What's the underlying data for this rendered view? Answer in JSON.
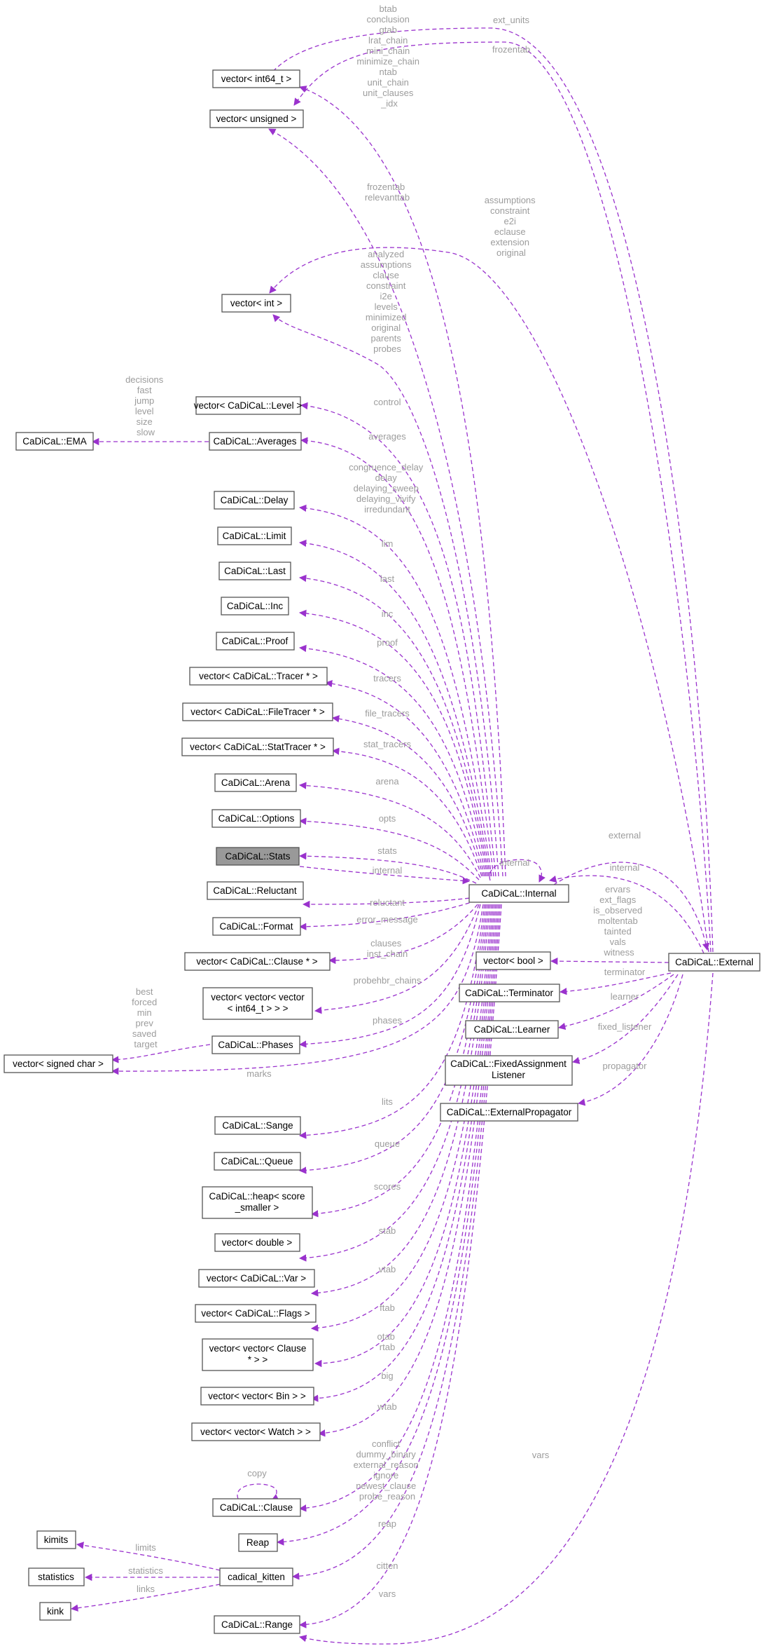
{
  "diagram": {
    "nodes": {
      "int64_vec": "vector< int64_t >",
      "unsigned_vec": "vector< unsigned >",
      "int_vec": "vector< int >",
      "level_vec": "vector< CaDiCaL::Level >",
      "ema": "CaDiCaL::EMA",
      "averages": "CaDiCaL::Averages",
      "delay": "CaDiCaL::Delay",
      "limit": "CaDiCaL::Limit",
      "last": "CaDiCaL::Last",
      "inc": "CaDiCaL::Inc",
      "proof": "CaDiCaL::Proof",
      "tracer_vec": "vector< CaDiCaL::Tracer * >",
      "filetracer_vec": "vector< CaDiCaL::FileTracer * >",
      "stattracer_vec": "vector< CaDiCaL::StatTracer * >",
      "arena": "CaDiCaL::Arena",
      "options": "CaDiCaL::Options",
      "stats": "CaDiCaL::Stats",
      "reluctant": "CaDiCaL::Reluctant",
      "format": "CaDiCaL::Format",
      "clause_ptr_vec": "vector< CaDiCaL::Clause * >",
      "vvv_int64": [
        "vector< vector< vector",
        "< int64_t > > >"
      ],
      "signed_char_vec": "vector< signed char >",
      "phases": "CaDiCaL::Phases",
      "sange": "CaDiCaL::Sange",
      "queue": "CaDiCaL::Queue",
      "heap": [
        "CaDiCaL::heap< score",
        "_smaller >"
      ],
      "double_vec": "vector< double >",
      "var_vec": "vector< CaDiCaL::Var >",
      "flags_vec": "vector< CaDiCaL::Flags >",
      "vv_clause": [
        "vector< vector< Clause",
        "* > >"
      ],
      "vv_bin": "vector< vector< Bin > >",
      "vv_watch": "vector< vector< Watch > >",
      "clause": "CaDiCaL::Clause",
      "reap": "Reap",
      "kimits": "kimits",
      "statistics": "statistics",
      "kink": "kink",
      "kitten": "cadical_kitten",
      "range": "CaDiCaL::Range",
      "internal": "CaDiCaL::Internal",
      "external": "CaDiCaL::External",
      "bool_vec": "vector< bool >",
      "terminator": "CaDiCaL::Terminator",
      "learner": "CaDiCaL::Learner",
      "fixed_listener": [
        "CaDiCaL::FixedAssignment",
        "Listener"
      ],
      "ext_propagator": "CaDiCaL::ExternalPropagator"
    },
    "edge_labels": {
      "internal_to_int64": [
        "btab",
        "conclusion",
        "gtab",
        "lrat_chain",
        "mini_chain",
        "minimize_chain",
        "ntab",
        "unit_chain",
        "unit_clauses",
        "_idx"
      ],
      "external_to_int64": "ext_units",
      "external_to_unsigned": "frozentab",
      "internal_to_unsigned": [
        "frozentab",
        "relevanttab"
      ],
      "external_to_int": [
        "assumptions",
        "constraint",
        "e2i",
        "eclause",
        "extension",
        "original"
      ],
      "internal_to_int": [
        "analyzed",
        "assumptions",
        "clause",
        "constraint",
        "i2e",
        "levels",
        "minimized",
        "original",
        "parents",
        "probes"
      ],
      "control": "control",
      "ema": [
        "decisions",
        "fast",
        "jump",
        "level",
        "size",
        "slow"
      ],
      "averages": "averages",
      "delay": [
        "congruence_delay",
        "delay",
        "delaying_sweep",
        "delaying_vivify",
        "irredundant"
      ],
      "lim": "lim",
      "last": "last",
      "inc": "inc",
      "proof": "proof",
      "tracers": "tracers",
      "file_tracers": "file_tracers",
      "stat_tracers": "stat_tracers",
      "arena": "arena",
      "opts": "opts",
      "stats": "stats",
      "internal_from_stats": "internal",
      "internal_self": "internal",
      "external_self": "external",
      "external_on_internal": "external",
      "internal_on_external": "internal",
      "reluctant": "reluctant",
      "error_message": "error_message",
      "clauses": [
        "clauses",
        "inst_chain"
      ],
      "probehbr": "probehbr_chains",
      "phases": "phases",
      "phases_fields": [
        "best",
        "forced",
        "min",
        "prev",
        "saved",
        "target"
      ],
      "marks": "marks",
      "lits": "lits",
      "queue": "queue",
      "scores": "scores",
      "stab": "stab",
      "vtab": "vtab",
      "ftab": "ftab",
      "otab": [
        "otab",
        "rtab"
      ],
      "big": "big",
      "wtab": "wtab",
      "clause_fields": [
        "conflict",
        "dummy_binary",
        "external_reason",
        "ignore",
        "newest_clause",
        "probe_reason"
      ],
      "copy": "copy",
      "reap": "reap",
      "citten": "citten",
      "limits": "limits",
      "statistics": "statistics",
      "links": "links",
      "vars_internal": "vars",
      "vars_external": "vars",
      "bool_fields": [
        "ervars",
        "ext_flags",
        "is_observed",
        "moltentab",
        "tainted",
        "vals",
        "witness"
      ],
      "terminator": "terminator",
      "learner": "learner",
      "fixed_listener": "fixed_listener",
      "propagator": "propagator"
    }
  }
}
